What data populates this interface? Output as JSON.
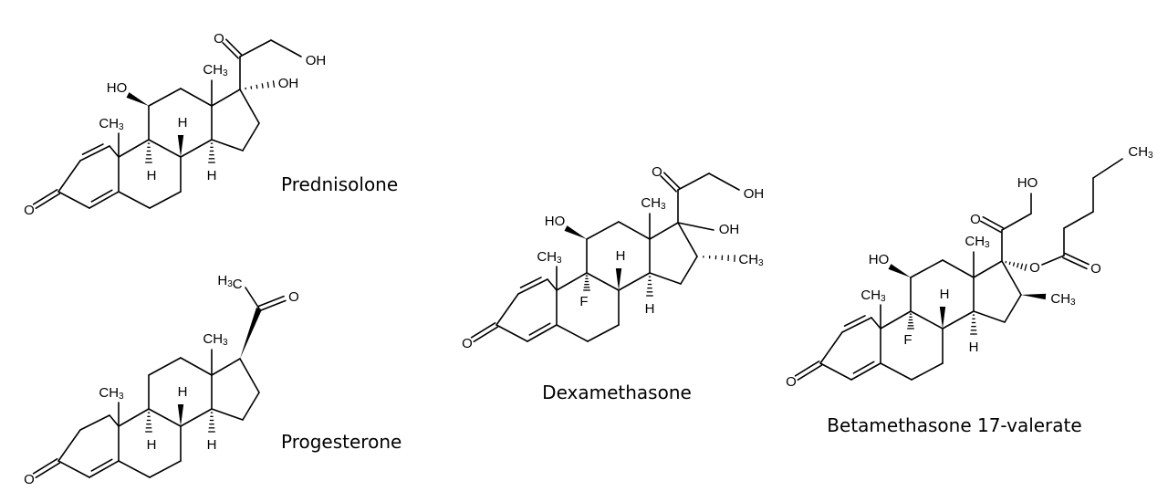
{
  "compounds": [
    {
      "name": "Prednisolone"
    },
    {
      "name": "Progesterone"
    },
    {
      "name": "Dexamethasone"
    },
    {
      "name": "Betamethasone 17-valerate"
    }
  ],
  "atoms": {
    "O": "O",
    "H": "H",
    "F": "F",
    "HO": "HO",
    "OH": "OH",
    "CH": "CH",
    "C": "C",
    "three": "3"
  }
}
